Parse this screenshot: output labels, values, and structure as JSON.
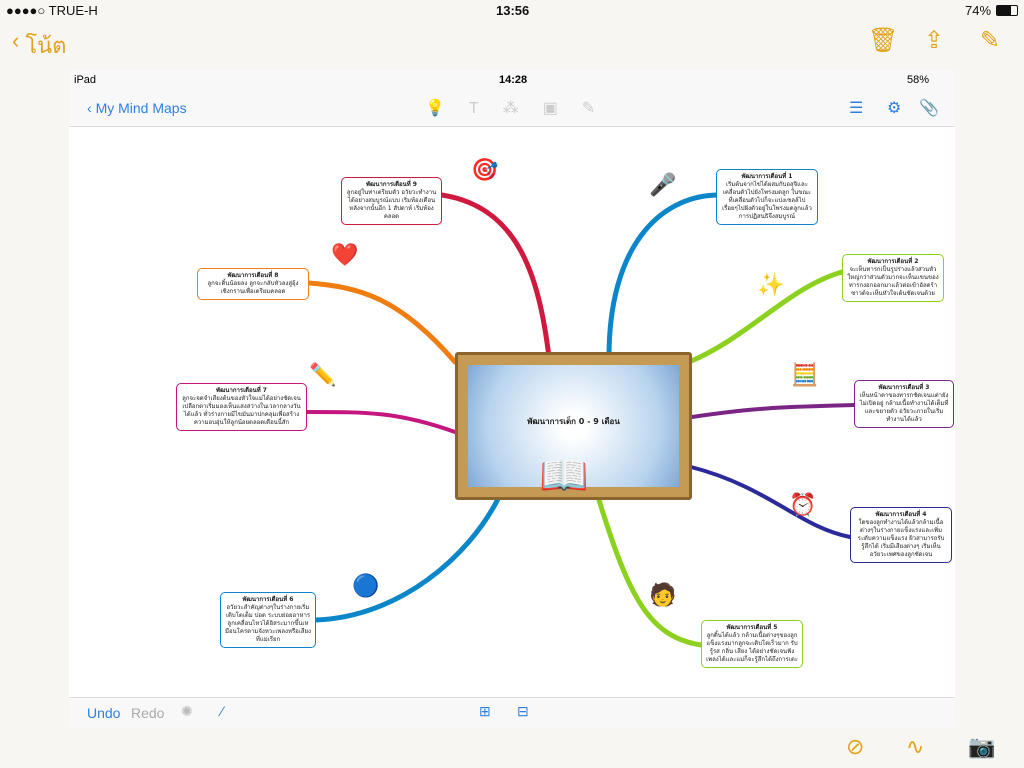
{
  "status_bar": {
    "carrier": "●●●●○ TRUE-H",
    "time": "13:56",
    "battery": "74%"
  },
  "notes_nav": {
    "back_label": "โน้ต"
  },
  "inner": {
    "status": {
      "device": "iPad",
      "time": "14:28",
      "battery": "58%"
    },
    "nav": {
      "back_label": "My Mind Maps"
    },
    "bottom": {
      "undo": "Undo",
      "redo": "Redo"
    },
    "center": "พัฒนาการเด็ก 0 - 9 เดือน",
    "nodes": [
      {
        "title": "พัฒนาการเดือนที่ 9",
        "text": "ลูกอยู่ในท่าเตรียมตัว อวัยวะทำงานได้อย่างสมบูรณ์แบบ เริ่มท้องเดือน หลังจากนั้นอีก 1 สัปดาห์ เริ่มท้องคลอด"
      },
      {
        "title": "พัฒนาการเดือนที่ 1",
        "text": "เริ่มต้นจากไข่ได้ผสมกับอสุจิและเคลื่อนตัวไปยังโพรงมดลูก ในขณะที่เคลื่อนตัวไปก็จะแบ่งเซลล์ไปเรื่อยๆไปฝังตัวอยู่ในโพรงมดลูกแล้วการปฏิสนธิจึงสมบูรณ์"
      },
      {
        "title": "พัฒนาการเดือนที่ 2",
        "text": "จะเห็นทารกเป็นรูปร่างแล้วส่วนหัวใหญ่กว่าส่วนตัวมากจะเห็นแขนของทารกงอกออกมาแล้วต่อเข้าอัลตร้าซาวด์จะเห็นหัวใจเต้นชัดเจนด้วย"
      },
      {
        "title": "พัฒนาการเดือนที่ 3",
        "text": "เห็นหน้าตาของทารกชัดเจนแต่ายังไม่เปิดอยู่ กล้ามเนื้อทำงานได้เต็มที่และขยายตัว อวัยวะภายในเริ่มทำงานได้แล้ว"
      },
      {
        "title": "พัฒนาการเดือนที่ 4",
        "text": "ใดของลูกทำงานได้แล้วกล้ามเนื้อต่างๆในร่างกายแข็งแรงและเพิ่มระดับความแข็งแรง ผิวสามารถรับรู้สึกได้ เริ่มมีเสียงต่างๆ เริ่มเห็นอวัยวะเพศของลูกชัดเจน"
      },
      {
        "title": "พัฒนาการเดือนที่ 5",
        "text": "ลูกดิ้นได้แล้ว กล้ามเนื้อต่างๆของลูกแข็งแรงมากลูกจะเติบโตเร็วมาก รับรู้รส กลิ่น เสียง ได้อย่างชัดเจนฟังเพลงได้และแม่ก็จะรู้สึกได้ถึงการเตะ"
      },
      {
        "title": "พัฒนาการเดือนที่ 6",
        "text": "อวัยวะสำคัญต่างๆในร่างกายเริ่มเติบโตเต็ม ปอด ระบบย่อยอาหารลูกเคลื่อนไหวได้อิสระมากขึ้นเหมือนโครตามจังหวะเพลงหรือเสียงที่แม่เรียก"
      },
      {
        "title": "พัฒนาการเดือนที่ 7",
        "text": "ลูกจะจดจำเสียงต้นของหัวใจแม่ได้อย่างชัดเจนเปลือกตาเริ่มมองเห็นแสงสว่างในเวลากลางวันได้แล้ว ทั่วร่างกายมีไขมันมาปกคลุมเพื่อสร้างความอบอุ่นให้ลูกน้อยตลอดเดือนนี้สัก"
      },
      {
        "title": "พัฒนาการเดือนที่ 8",
        "text": "ลูกจะดิ้นน้อยลง ลูกจะกลับหัวลงสู่อุ้งเชิงกรานเพื่อเตรียมคลอด"
      }
    ]
  },
  "colors": {
    "accent": "#e3a21a",
    "link": "#2f7fe0"
  }
}
